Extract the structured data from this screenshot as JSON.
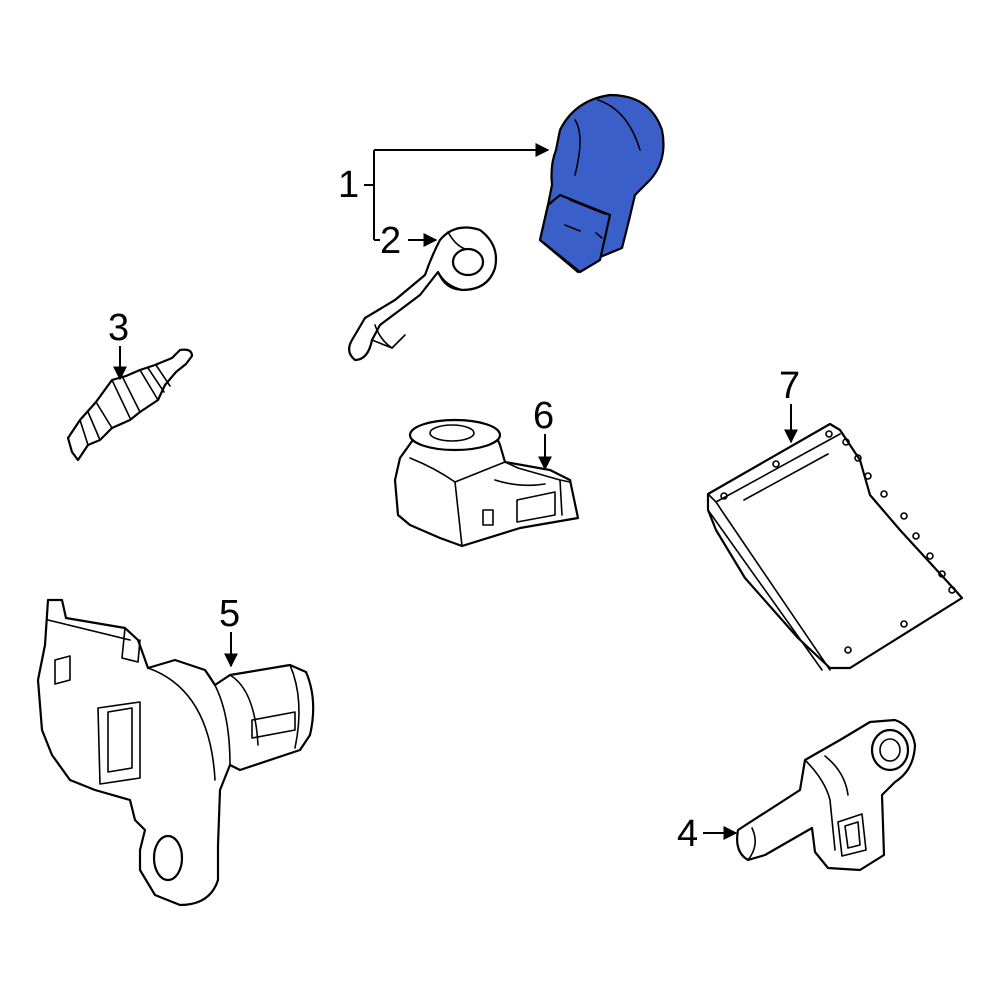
{
  "colors": {
    "highlight": "#3a5fc8",
    "line": "#000000",
    "background": "#ffffff"
  },
  "callouts": {
    "c1": "1",
    "c2": "2",
    "c3": "3",
    "c4": "4",
    "c5": "5",
    "c6": "6",
    "c7": "7"
  }
}
